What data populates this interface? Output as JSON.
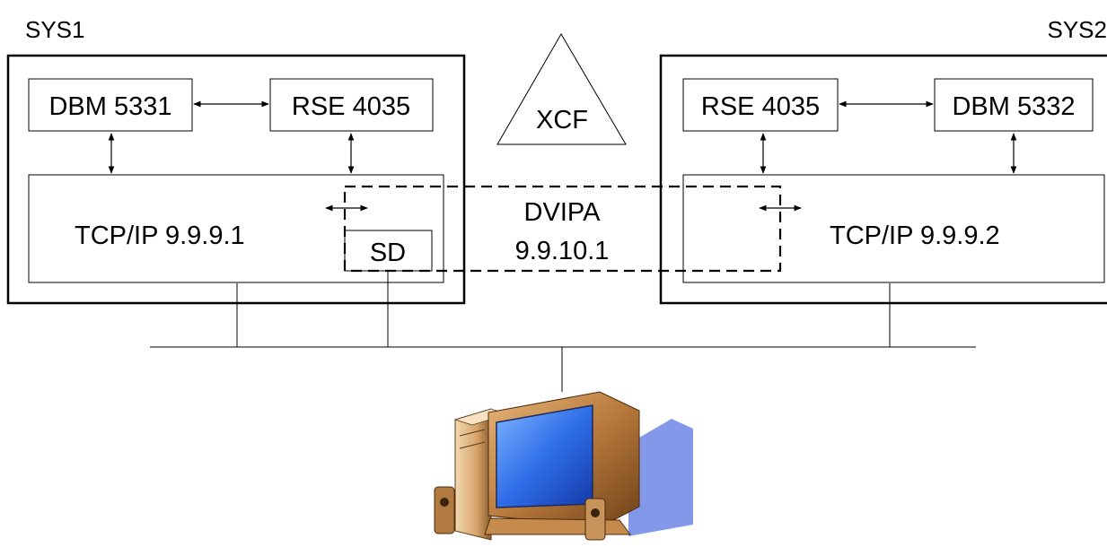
{
  "sys1": {
    "title": "SYS1",
    "dbm": "DBM 5331",
    "rse": "RSE 4035",
    "tcpip": "TCP/IP 9.9.9.1",
    "sd": "SD"
  },
  "sys2": {
    "title": "SYS2",
    "rse": "RSE 4035",
    "dbm": "DBM 5332",
    "tcpip": "TCP/IP 9.9.9.2"
  },
  "xcf": {
    "label": "XCF"
  },
  "dvipa": {
    "name": "DVIPA",
    "address": "9.9.10.1"
  },
  "icons": {
    "client": "desktop-computer-icon"
  }
}
